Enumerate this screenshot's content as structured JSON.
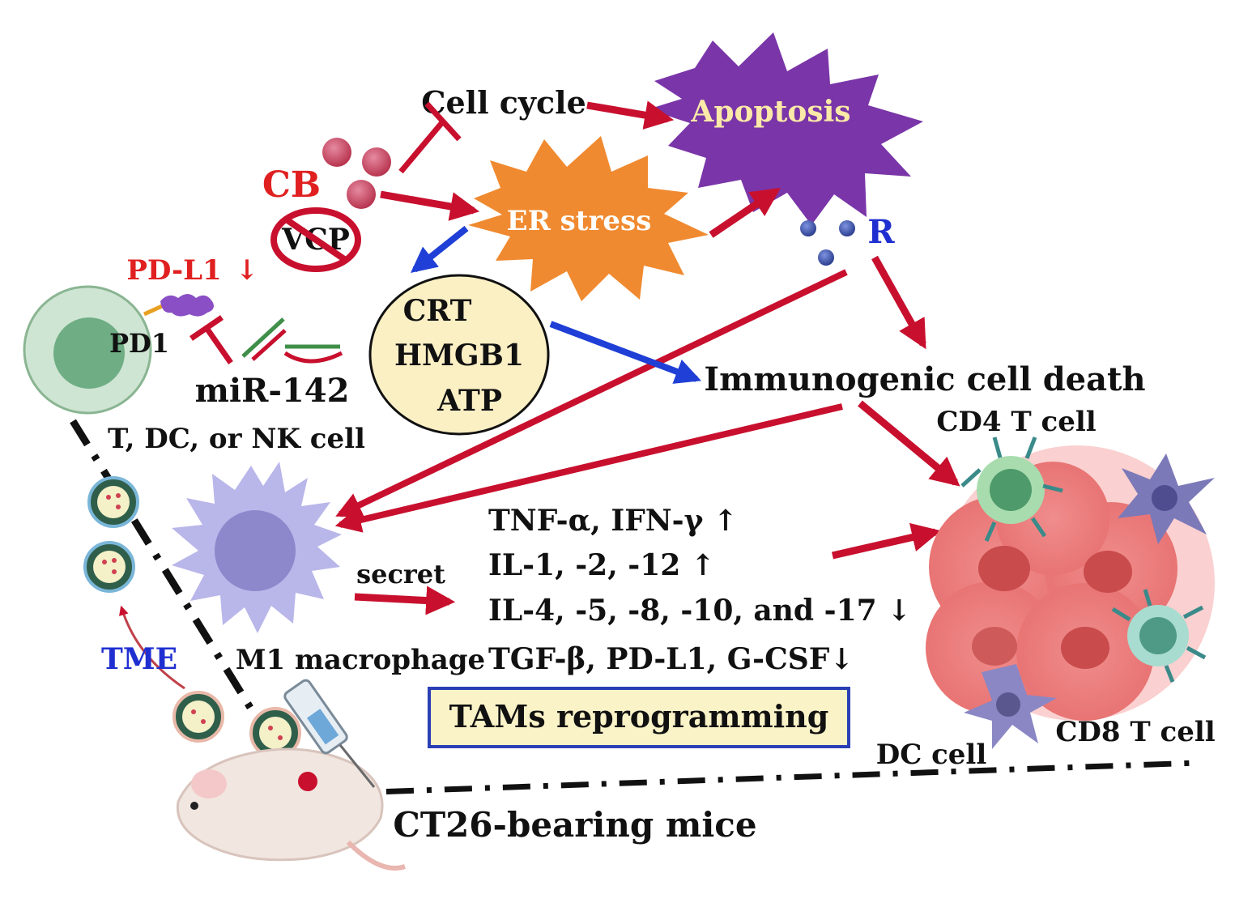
{
  "labels": {
    "cell_cycle": "Cell cycle",
    "apoptosis": "Apoptosis",
    "cb": "CB",
    "vcp": "VCP",
    "er_stress": "ER stress",
    "r": "R",
    "pd_l1": "PD-L1",
    "pd_l1_arrow": "↓",
    "pd1": "PD1",
    "mir142": "miR-142",
    "crt": "CRT",
    "hmgb1": "HMGB1",
    "atp": "ATP",
    "icd": "Immunogenic cell death",
    "t_dc_nk": "T, DC, or NK cell",
    "cd4": "CD4 T cell",
    "cytokines_1": "TNF-α, IFN-γ ↑",
    "cytokines_2": "IL-1, -2, -12 ↑",
    "cytokines_3": "IL-4, -5, -8, -10,  and -17 ↓",
    "cytokines_4": "TGF-β, PD-L1, G-CSF↓",
    "secret": "secret",
    "tme": "TME",
    "m1": "M1 macrophage",
    "tams": "TAMs  reprogramming",
    "cd8": "CD8 T cell",
    "dc_cell": "DC cell",
    "mice": "CT26-bearing mice"
  },
  "colors": {
    "arrow_red": "#c8102e",
    "arrow_blue": "#1f3fd6",
    "label_red": "#e02020",
    "label_blue": "#1f2fd0",
    "apoptosis_purple": "#7a35a8",
    "er_orange": "#f08a30",
    "crt_circle": "#fbefc4",
    "macrophage": "#b9b6ea",
    "tams_box_fill": "#fbf3c8",
    "tams_box_border": "#2b3fb5"
  }
}
